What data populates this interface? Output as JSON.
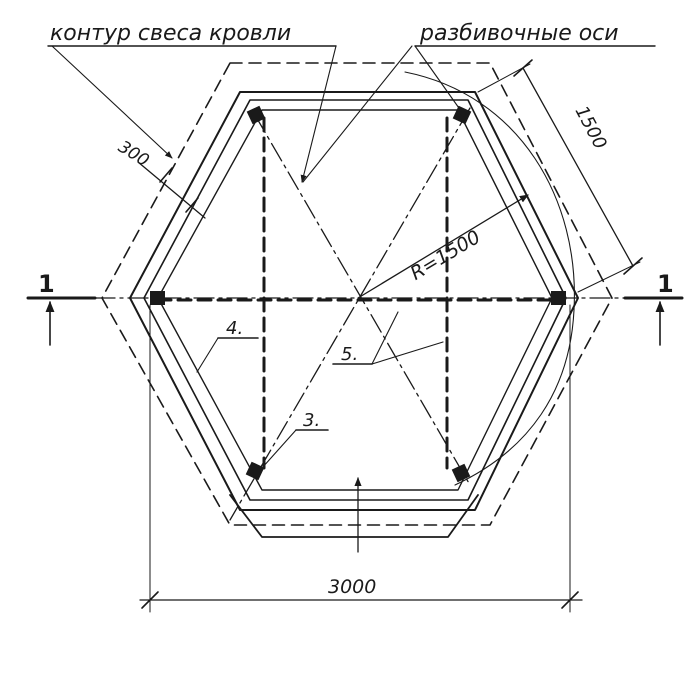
{
  "drawing": {
    "label_roof_overhang": "контур свеса кровли",
    "label_layout_axes": "разбивочные оси",
    "dim_overhang": "300",
    "dim_side": "1500",
    "dim_radius": "R=1500",
    "dim_width": "3000",
    "section_mark_left": "1",
    "section_mark_right": "1",
    "callout_4": "4.",
    "callout_5": "5.",
    "callout_3": "3.",
    "ink_color": "#1a1a1a"
  }
}
